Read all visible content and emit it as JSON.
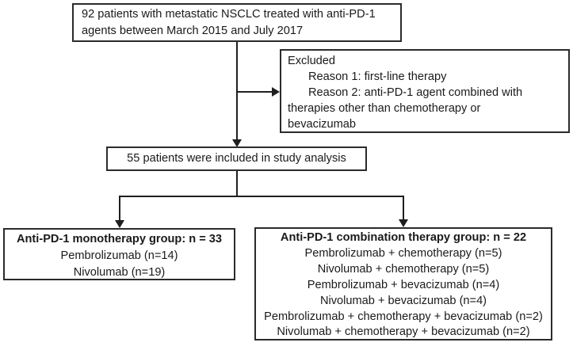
{
  "top_box": {
    "lines": [
      "92 patients with metastatic NSCLC treated with anti-PD-1",
      "agents between March 2015 and July 2017"
    ]
  },
  "excluded_box": {
    "title": "Excluded",
    "lines": [
      "Reason 1: first-line therapy",
      "Reason 2: anti-PD-1 agent combined with",
      "therapies other than chemotherapy or",
      "bevacizumab"
    ]
  },
  "included_box": {
    "text": "55 patients were included in study analysis"
  },
  "mono_box": {
    "title": "Anti-PD-1 monotherapy group: n = 33",
    "items": [
      "Pembrolizumab (n=14)",
      "Nivolumab (n=19)"
    ]
  },
  "combo_box": {
    "title": "Anti-PD-1 combination therapy group: n = 22",
    "items": [
      "Pembrolizumab + chemotherapy (n=5)",
      "Nivolumab + chemotherapy (n=5)",
      "Pembrolizumab + bevacizumab (n=4)",
      "Nivolumab + bevacizumab (n=4)",
      "Pembrolizumab + chemotherapy + bevacizumab (n=2)",
      "Nivolumab + chemotherapy + bevacizumab (n=2)"
    ]
  },
  "colors": {
    "border": "#2b2b2b",
    "connector": "#1f1f1f",
    "text": "#1a1a1a",
    "background": "#ffffff"
  }
}
